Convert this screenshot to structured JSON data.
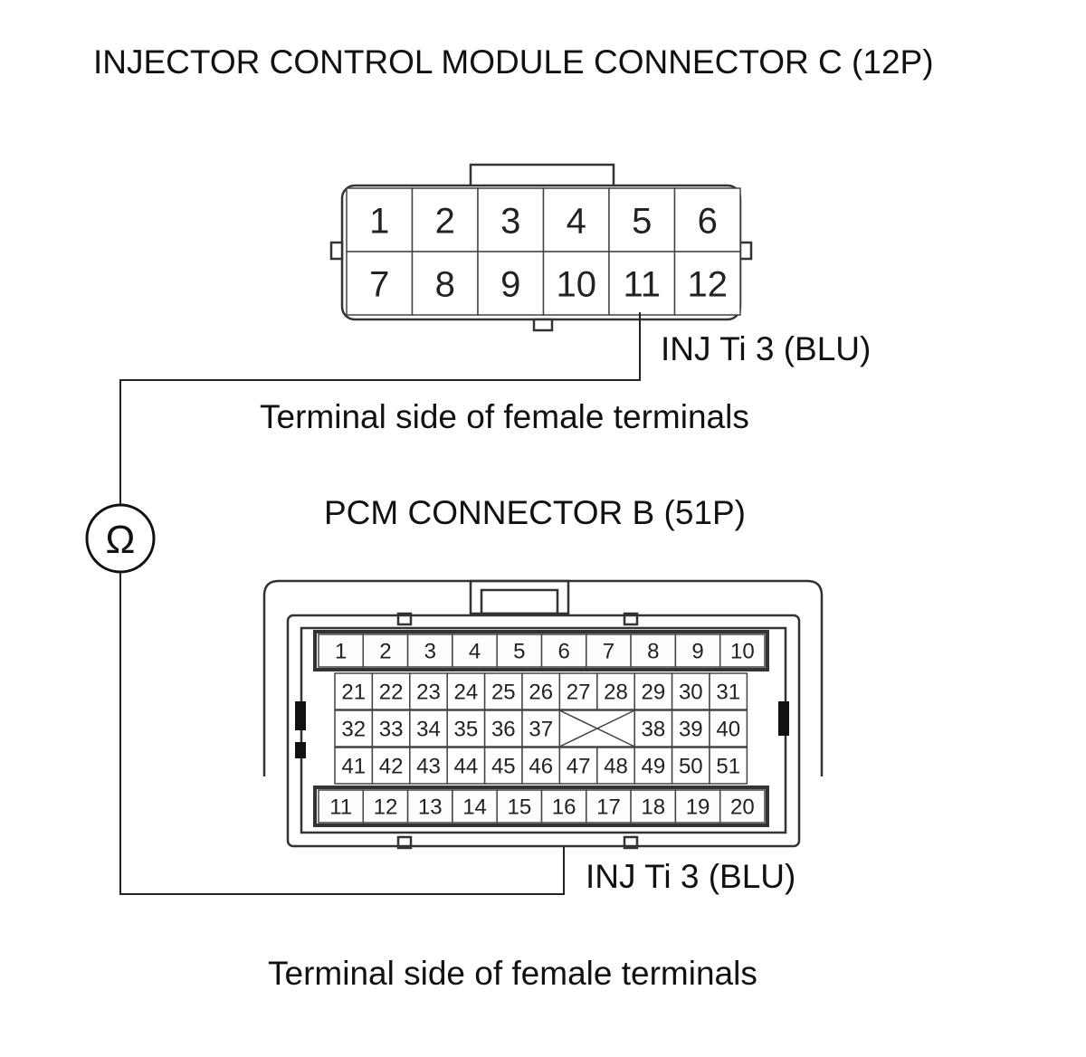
{
  "icm_connector": {
    "title": "INJECTOR CONTROL MODULE CONNECTOR C (12P)",
    "row1": [
      "1",
      "2",
      "3",
      "4",
      "5",
      "6"
    ],
    "row2": [
      "7",
      "8",
      "9",
      "10",
      "11",
      "12"
    ],
    "wire_label": "INJ Ti 3 (BLU)",
    "caption": "Terminal side of female terminals"
  },
  "meter": {
    "symbol": "Ω",
    "icon": "ohmmeter-icon"
  },
  "pcm_connector": {
    "title": "PCM CONNECTOR B (51P)",
    "row1": [
      "1",
      "2",
      "3",
      "4",
      "5",
      "6",
      "7",
      "8",
      "9",
      "10"
    ],
    "row2": [
      "21",
      "22",
      "23",
      "24",
      "25",
      "26",
      "27",
      "28",
      "29",
      "30",
      "31"
    ],
    "row3_left": [
      "32",
      "33",
      "34",
      "35",
      "36",
      "37"
    ],
    "row3_right": [
      "38",
      "39",
      "40"
    ],
    "row4": [
      "41",
      "42",
      "43",
      "44",
      "45",
      "46",
      "47",
      "48",
      "49",
      "50",
      "51"
    ],
    "row5": [
      "11",
      "12",
      "13",
      "14",
      "15",
      "16",
      "17",
      "18",
      "19",
      "20"
    ],
    "wire_label": "INJ Ti 3 (BLU)",
    "caption": "Terminal side of female terminals"
  }
}
